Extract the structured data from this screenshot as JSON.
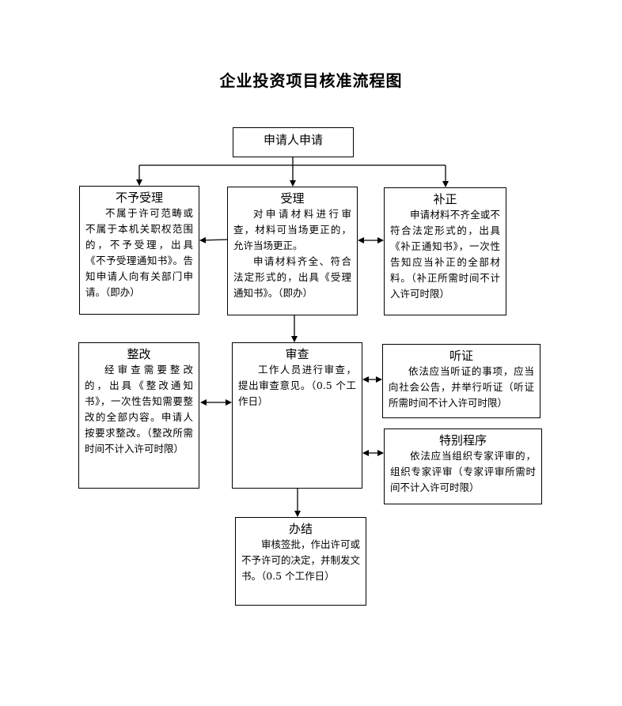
{
  "title": "企业投资项目核准流程图",
  "nodes": {
    "apply": {
      "heading": "申请人申请"
    },
    "reject": {
      "heading": "不予受理",
      "body": [
        "不属于许可范畴或不属于本机关职权范围的，不予受理，出具《不予受理通知书》。告知申请人向有关部门申请。（即办）"
      ]
    },
    "accept": {
      "heading": "受理",
      "body": [
        "对申请材料进行审查，材料可当场更正的，允许当场更正。",
        "申请材料齐全、符合法定形式的，出具《受理通知书》。（即办）"
      ]
    },
    "supplement": {
      "heading": "补正",
      "body": [
        "申请材料不齐全或不符合法定形式的，出具《补正通知书》，一次性告知应当补正的全部材料。（补正所需时间不计入许可时限）"
      ]
    },
    "rectify": {
      "heading": "整改",
      "body": [
        "经审查需要整改的，出具《整改通知书》，一次性告知需要整改的全部内容。申请人按要求整改。（整改所需时间不计入许可时限）"
      ]
    },
    "review": {
      "heading": "审查",
      "body": [
        "工作人员进行审查，提出审查意见。（0.5 个工作日）"
      ]
    },
    "hearing": {
      "heading": "听证",
      "body": [
        "依法应当听证的事项，应当向社会公告，并举行听证（听证所需时间不计入许可时限）"
      ]
    },
    "special": {
      "heading": "特别程序",
      "body": [
        "依法应当组织专家评审的，组织专家评审（专家评审所需时间不计入许可时限）"
      ]
    },
    "finish": {
      "heading": "办结",
      "body": [
        "审核签批，作出许可或不予许可的决定，并制发文书。（0.5 个工作日）"
      ]
    }
  }
}
